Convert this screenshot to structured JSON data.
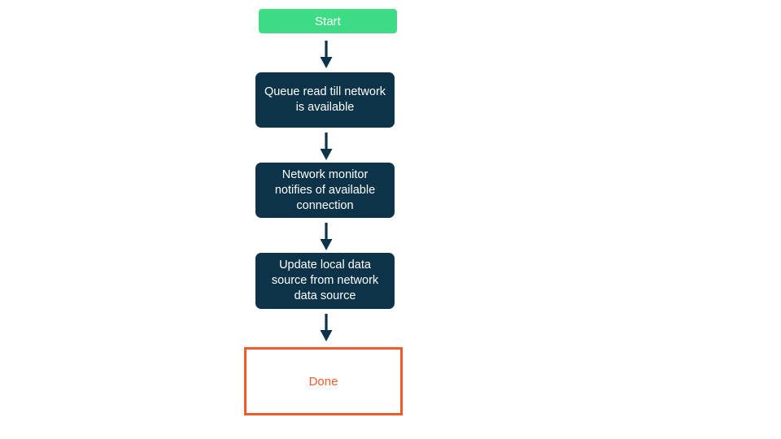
{
  "diagram": {
    "type": "flowchart",
    "direction": "top-down",
    "nodes": [
      {
        "id": "start",
        "label": "Start",
        "role": "start-node",
        "shape": "rounded-rect",
        "fill": "#3edc84",
        "text_color": "#ffffff"
      },
      {
        "id": "queue",
        "label": "Queue read till network is available",
        "role": "process-node",
        "shape": "rounded-rect",
        "fill": "#0d3349",
        "text_color": "#ffffff"
      },
      {
        "id": "monitor",
        "label": "Network monitor notifies of available connection",
        "role": "process-node",
        "shape": "rounded-rect",
        "fill": "#0d3349",
        "text_color": "#ffffff"
      },
      {
        "id": "update",
        "label": "Update local data source from network data source",
        "role": "process-node",
        "shape": "rounded-rect",
        "fill": "#0d3349",
        "text_color": "#ffffff"
      },
      {
        "id": "done",
        "label": "Done",
        "role": "end-node",
        "shape": "rect",
        "fill": "#ffffff",
        "border_color": "#f15b2b",
        "text_color": "#f15b2b"
      }
    ],
    "edges": [
      {
        "from": "start",
        "to": "queue",
        "style": "arrow-down"
      },
      {
        "from": "queue",
        "to": "monitor",
        "style": "arrow-down"
      },
      {
        "from": "monitor",
        "to": "update",
        "style": "arrow-down"
      },
      {
        "from": "update",
        "to": "done",
        "style": "arrow-down"
      }
    ]
  },
  "colors": {
    "background": "#ffffff",
    "start_fill": "#3edc84",
    "process_fill": "#0d3349",
    "arrow": "#0d3349",
    "done_accent": "#f15b2b",
    "text_on_fill": "#ffffff"
  }
}
